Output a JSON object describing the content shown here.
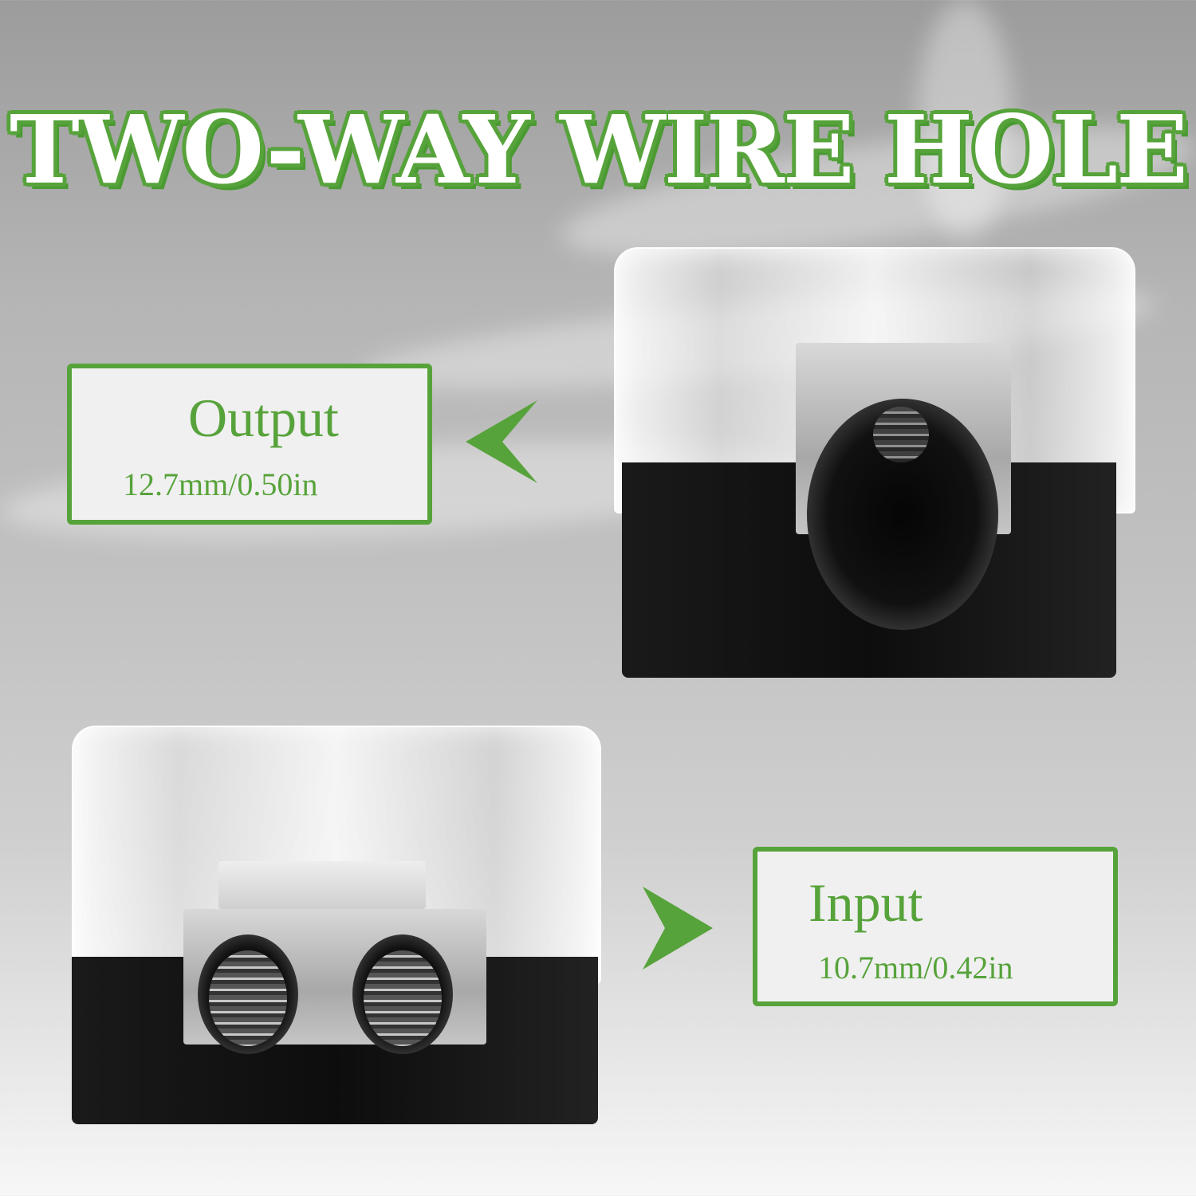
{
  "title": "TWO-WAY WIRE HOLE",
  "output": {
    "label": "Output",
    "size": "12.7mm/0.50in",
    "arrow_icon": "arrow-left-icon"
  },
  "input": {
    "label": "Input",
    "size": "10.7mm/0.42in",
    "arrow_icon": "arrow-right-icon"
  },
  "colors": {
    "accent_green": "#57a33b",
    "box_fill": "#f0f0f0",
    "title_fill": "#ffffff"
  }
}
